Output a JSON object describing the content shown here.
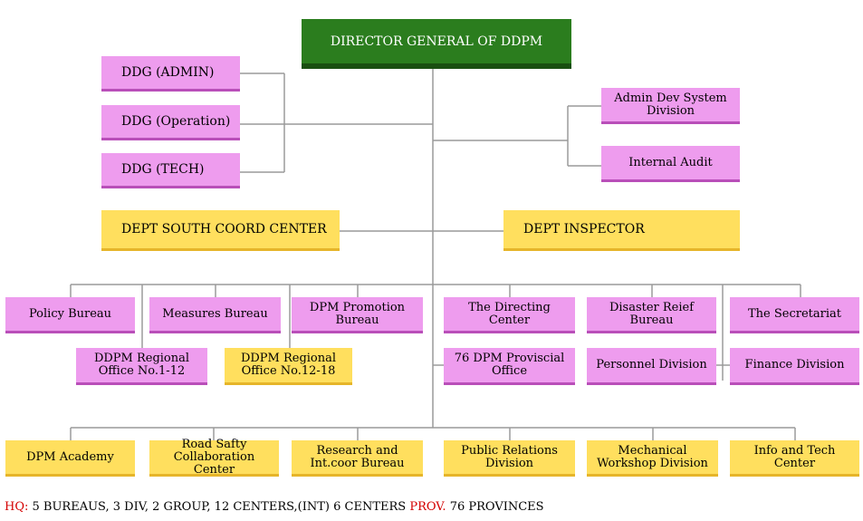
{
  "title": "DIRECTOR GENERAL OF DDPM",
  "deputies": [
    "DDG (ADMIN)",
    "DDG (Operation)",
    "DDG (TECH)"
  ],
  "right_units": [
    "Admin Dev System Division",
    "Internal Audit"
  ],
  "coordination": {
    "left": "DEPT SOUTH COORD CENTER",
    "right": "DEPT INSPECTOR"
  },
  "row1": [
    "Policy Bureau",
    "Measures Bureau",
    "DPM Promotion Bureau",
    "The Directing Center",
    "Disaster Reief Bureau",
    "The Secretariat"
  ],
  "row2": [
    "DDPM Regional Office No.1-12",
    "DDPM Regional Office No.12-18",
    "76 DPM Proviscial Office",
    "Personnel Division",
    "Finance Division"
  ],
  "row3": [
    "DPM Academy",
    "Road Safty Collaboration Center",
    "Research and Int.coor Bureau",
    "Public Relations Division",
    "Mechanical Workshop Division",
    "Info and Tech Center"
  ],
  "footer": {
    "hq_label": "HQ:",
    "hq_text": "5 BUREAUS, 3 DIV, 2 GROUP, 12 CENTERS,(INT) 6 CENTERS",
    "prov_label": "PROV.",
    "prov_text": "76 PROVINCES"
  }
}
